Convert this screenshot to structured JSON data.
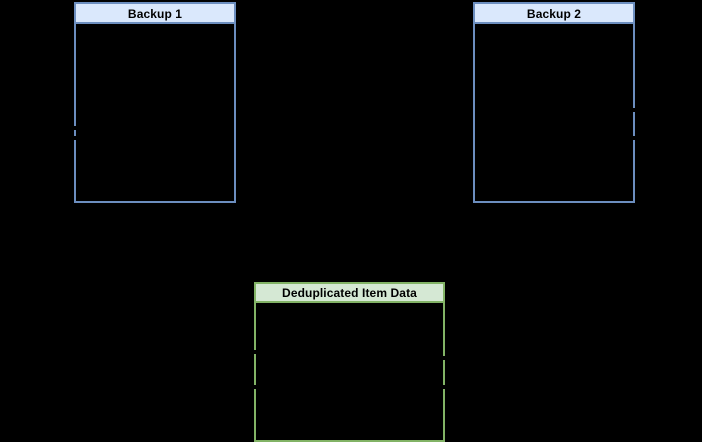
{
  "diagram": {
    "background_color": "#000000",
    "nodes": [
      {
        "id": "backup1",
        "title": "Backup 1",
        "fill_color": "#dae8fc",
        "stroke_color": "#6c8ebf",
        "body_color": "#000000"
      },
      {
        "id": "backup2",
        "title": "Backup 2",
        "fill_color": "#dae8fc",
        "stroke_color": "#6c8ebf",
        "body_color": "#000000"
      },
      {
        "id": "dedup",
        "title": "Deduplicated Item Data",
        "fill_color": "#d5e8d4",
        "stroke_color": "#82b366",
        "body_color": "#000000"
      }
    ]
  }
}
